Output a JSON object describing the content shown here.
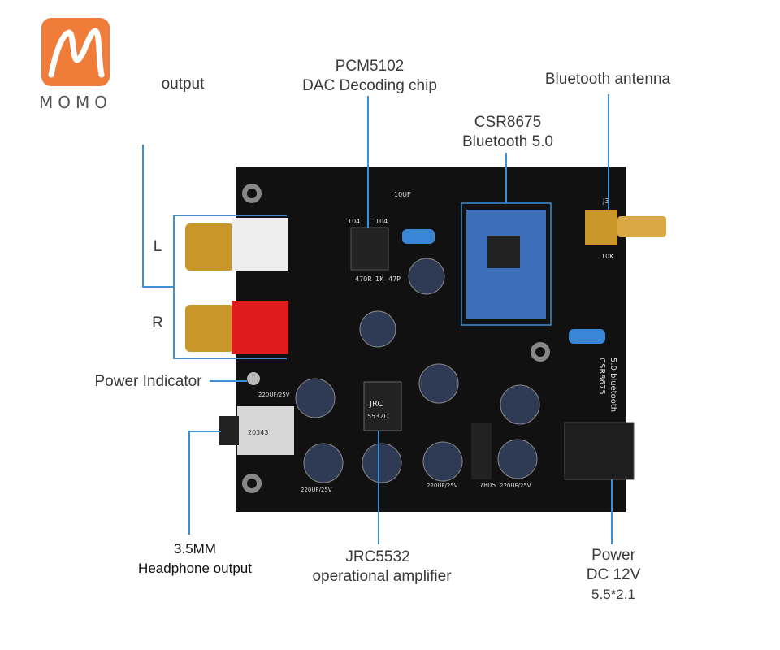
{
  "logo": {
    "brand": "MOMO"
  },
  "labels": {
    "output": "output",
    "dac_line1": "PCM5102",
    "dac_line2": "DAC Decoding chip",
    "antenna": "Bluetooth antenna",
    "bt_line1": "CSR8675",
    "bt_line2": "Bluetooth 5.0",
    "left": "L",
    "right": "R",
    "power_indicator": "Power Indicator",
    "headphone_line1": "3.5MM",
    "headphone_line2": "Headphone output",
    "opamp_line1": "JRC5532",
    "opamp_line2": "operational amplifier",
    "power_line1": "Power",
    "power_line2": "DC 12V",
    "power_line3": "5.5*2.1"
  },
  "board_text": {
    "cap_10uf": "10UF",
    "res_104a": "104",
    "res_104b": "104",
    "res_470r": "470R",
    "res_1k": "1K",
    "res_47p": "47P",
    "opamp_chip": "JRC",
    "opamp_code": "5532D",
    "jack_code": "20343",
    "cap_220uf_a": "220UF/25V",
    "cap_220uf_b": "220UF/25V",
    "cap_220uf_c": "220UF/25V",
    "cap_220uf_d": "220UF/25V",
    "board_name": "CSR8675",
    "board_sub": "5.0 bluetooth",
    "ant_conn": "J3",
    "res_10k": "10K",
    "reg_label": "7805"
  },
  "colors": {
    "logo_orange": "#f07c3a",
    "pointer_blue": "#3d8fd6",
    "pcb_black": "#111111",
    "rca_red": "#e01b1b",
    "gold": "#c9962a"
  }
}
